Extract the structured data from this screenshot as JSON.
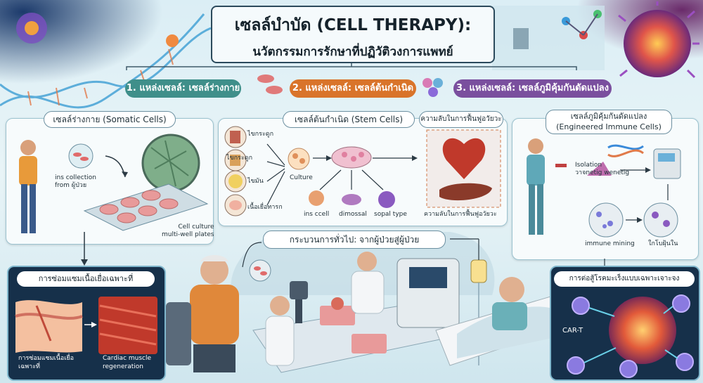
{
  "title": {
    "line1": "เซลล์บำบัด (CELL THERAPY):",
    "line2": "นวัตกรรมการรักษาที่ปฏิวัติวงการแพทย์"
  },
  "sources": [
    {
      "label": "1. แหล่งเซลล์: เซลล์ร่างกาย",
      "color": "#3f8f8a"
    },
    {
      "label": "2. แหล่งเซลล์: เซลล์ต้นกำเนิด",
      "color": "#d9742a"
    },
    {
      "label": "3. แหล่งเซลล์: เซลล์ภูมิคุ้มกันดัดแปลง",
      "color": "#7a4f9e"
    }
  ],
  "somatic": {
    "header": "เซลล์ร่างกาย (Somatic Cells)",
    "collection": "ins collection\nfrom ผู้ป่วย",
    "culture": "Cell culture\nmulti-well plates"
  },
  "stem": {
    "header": "เซลล์ต้นกำเนิด (Stem Cells)",
    "regen_header": "ความลับในการฟื้นฟูอวัยวะ",
    "sources": [
      "ไขกระดูก",
      "ไขกระดูก",
      "ไขมัน",
      "เนื้อเยื่อทารก"
    ],
    "culture": "Culture",
    "outputs": [
      "ins ccell",
      "dimossal",
      "sopal type"
    ],
    "regen_caption": "ความลับในการฟื้นฟูอวัยวะ"
  },
  "immune": {
    "header": "เซลล์ภูมิคุ้มกันดัดแปลง\n(Engineered Immune Cells)",
    "isolation": "Isolation\nวาจnetig wenetig",
    "mining": "immune mining",
    "result": "ใกโบฝุ้นใน"
  },
  "repair": {
    "header": "การซ่อมแซมเนื้อเยื่อเฉพาะที่",
    "left_caption": "การซ่อมแซมเนื้อเยื่อ\nเฉพาะที่",
    "right_caption": "Cardiac muscle\nregeneration"
  },
  "process": {
    "header": "กระบวนการทั่วไป: จากผู้ป่วยสู่ผู้ป่วย"
  },
  "cancer": {
    "header": "การต่อสู้โรคมะเร็งแบบเฉพาะเจาะจง",
    "cart": "CAR-T"
  }
}
